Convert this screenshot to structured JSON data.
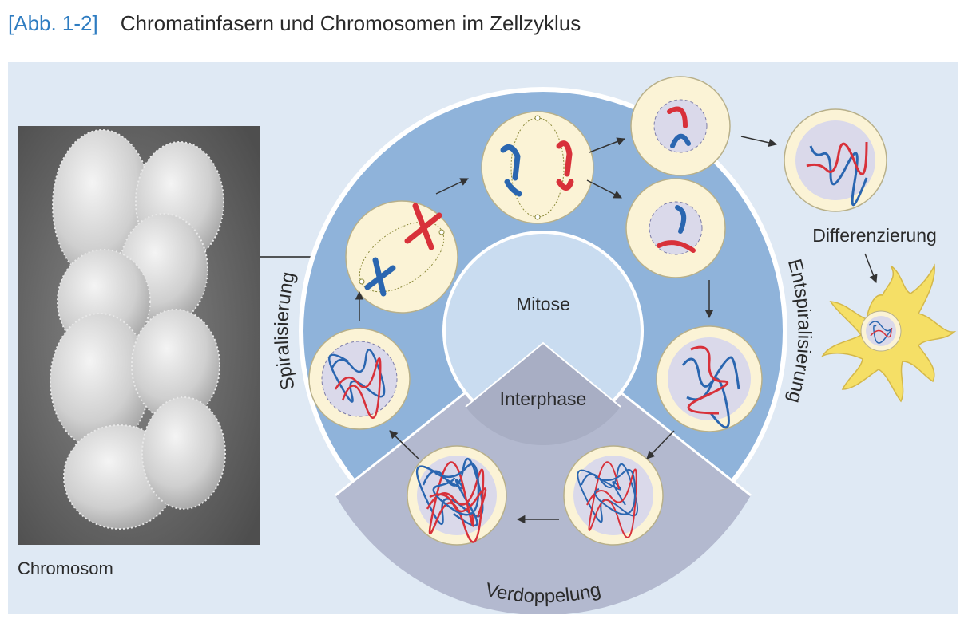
{
  "header": {
    "figure_number": "[Abb. 1-2]",
    "title": "Chromatinfasern und Chromosomen im Zellzyklus"
  },
  "labels": {
    "photo": "Chromosom",
    "center_top": "Mitose",
    "center_bottom": "Interphase",
    "ring_left": "Spiralisierung",
    "ring_right": "Entspiralisierung",
    "ring_bottom": "Verdoppelung",
    "side": "Differenzierung"
  },
  "colors": {
    "panel": "#dfe9f4",
    "ring_mitosis": "#8fb3da",
    "ring_interphase": "#b3b9cf",
    "center_mitosis": "#c9dcf0",
    "center_interphase": "#a8aec4",
    "cell_outer": "#fbf3d6",
    "cell_inner": "#dad9ea",
    "chromatin_red": "#d8313a",
    "chromatin_blue": "#2a66b0",
    "neuron": "#f5df66",
    "photo_bg": "#5f5f5f"
  }
}
